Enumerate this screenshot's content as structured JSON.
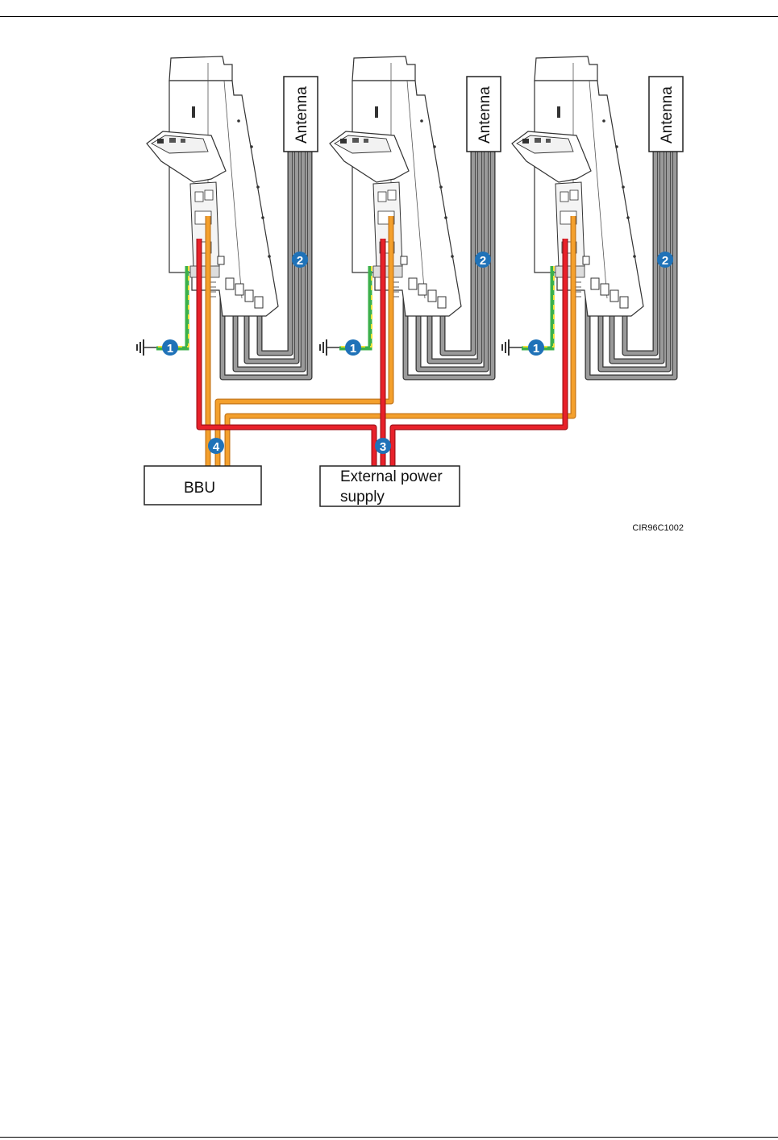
{
  "diagram": {
    "units": [
      {
        "antenna_label": "Antenna",
        "ground_callout": "1",
        "antenna_callout": "2"
      },
      {
        "antenna_label": "Antenna",
        "ground_callout": "1",
        "antenna_callout": "2"
      },
      {
        "antenna_label": "Antenna",
        "ground_callout": "1",
        "antenna_callout": "2"
      }
    ],
    "power_callout": "3",
    "fiber_callout": "4",
    "bbu_label": "BBU",
    "power_supply_label_line1": "External power",
    "power_supply_label_line2": "supply",
    "figure_id": "CIR96C1002"
  },
  "colors": {
    "power_cable": "#e8212a",
    "fiber_cable": "#f4a02c",
    "ground_cable_green": "#3bb04a",
    "ground_cable_yellow": "#f2e23a",
    "rf_cable": "#8a8a8a",
    "callout": "#1f72b8"
  }
}
